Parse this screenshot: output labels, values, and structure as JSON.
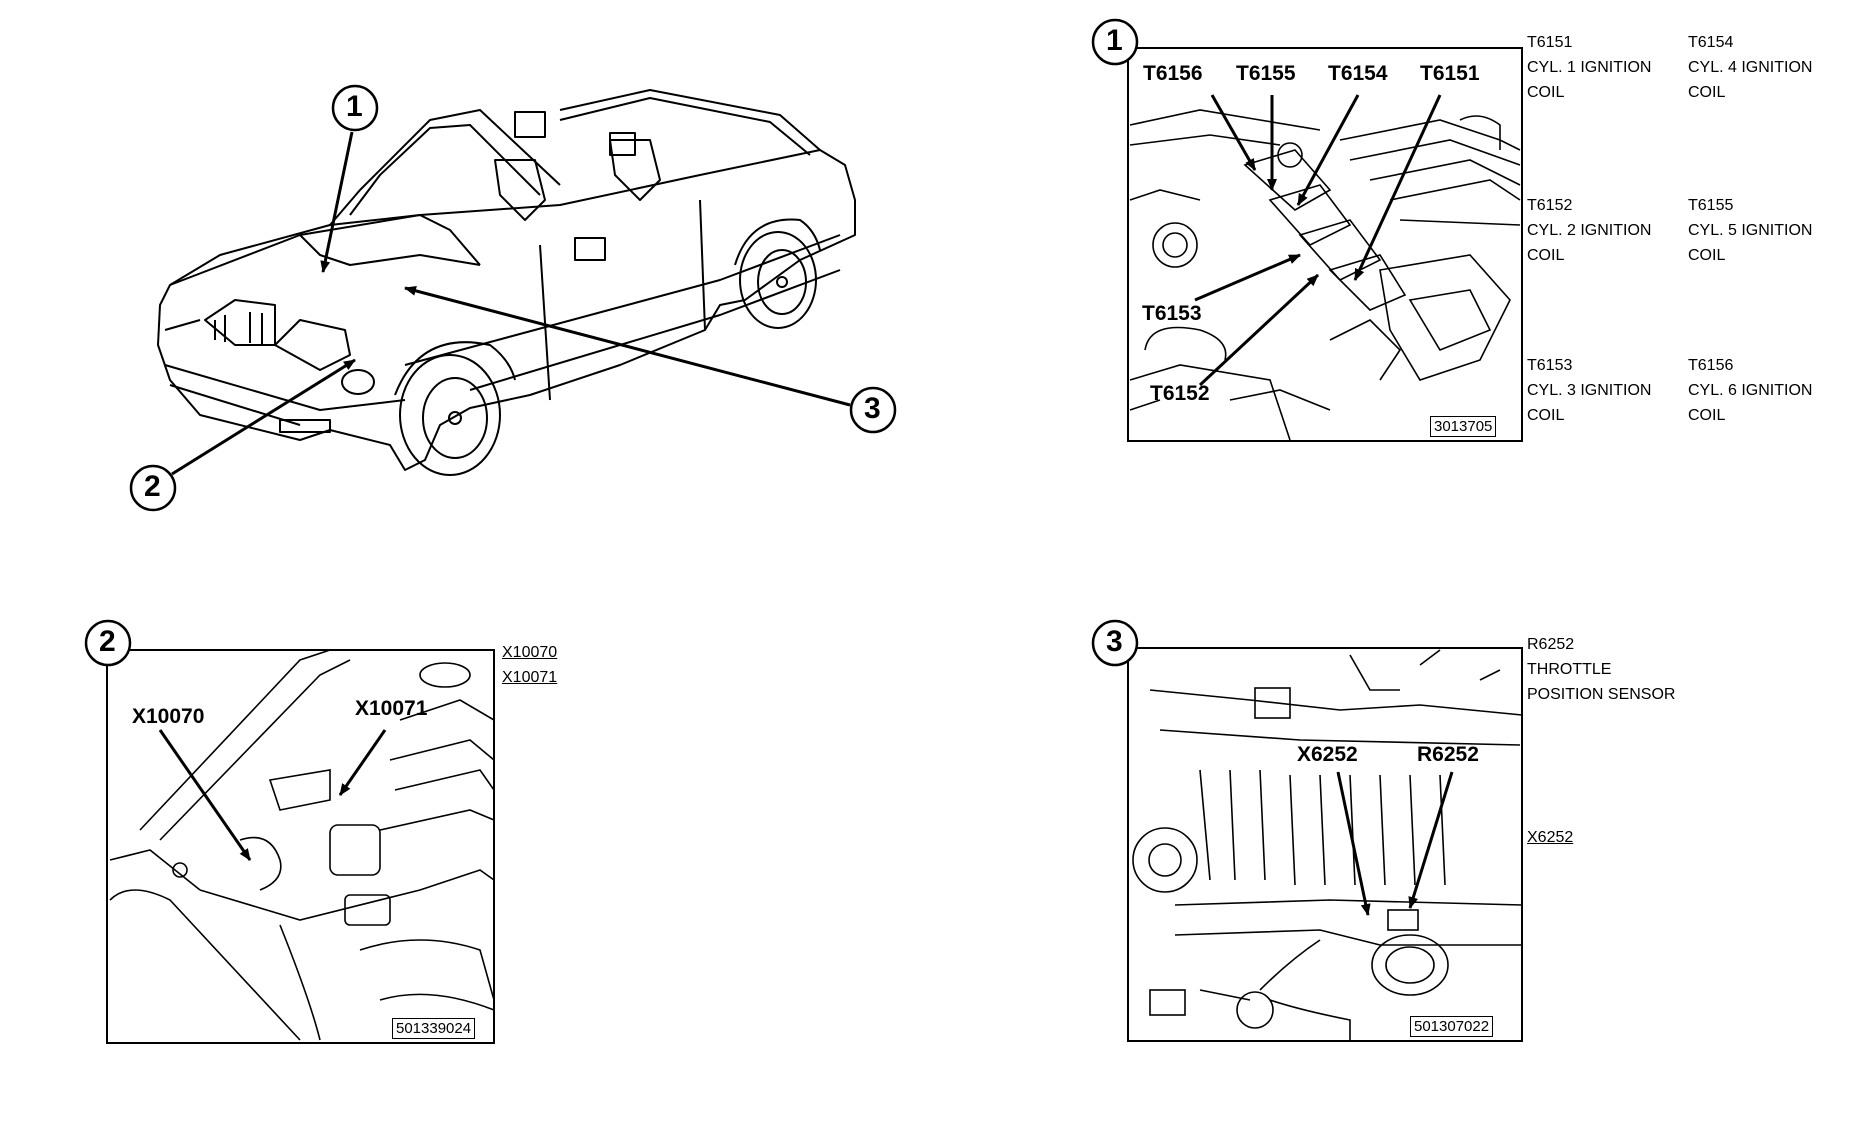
{
  "overview": {
    "callouts": [
      "1",
      "2",
      "3"
    ]
  },
  "detail1": {
    "number": "1",
    "labels": [
      "T6156",
      "T6155",
      "T6154",
      "T6151",
      "T6153",
      "T6152"
    ],
    "ref_number": "3013705",
    "legend": [
      {
        "code": "T6151",
        "line1": "CYL. 1 IGNITION",
        "line2": "COIL"
      },
      {
        "code": "T6154",
        "line1": "CYL. 4 IGNITION",
        "line2": "COIL"
      },
      {
        "code": "T6152",
        "line1": "CYL. 2 IGNITION",
        "line2": "COIL"
      },
      {
        "code": "T6155",
        "line1": "CYL. 5 IGNITION",
        "line2": "COIL"
      },
      {
        "code": "T6153",
        "line1": "CYL. 3 IGNITION",
        "line2": "COIL"
      },
      {
        "code": "T6156",
        "line1": "CYL. 6 IGNITION",
        "line2": "COIL"
      }
    ]
  },
  "detail2": {
    "number": "2",
    "labels": [
      "X10070",
      "X10071"
    ],
    "ref_number": "501339024",
    "legend": [
      "X10070",
      "X10071"
    ]
  },
  "detail3": {
    "number": "3",
    "labels": [
      "X6252",
      "R6252"
    ],
    "ref_number": "501307022",
    "legend": {
      "code": "R6252",
      "line1": "THROTTLE",
      "line2": "POSITION SENSOR",
      "connector": "X6252"
    }
  }
}
